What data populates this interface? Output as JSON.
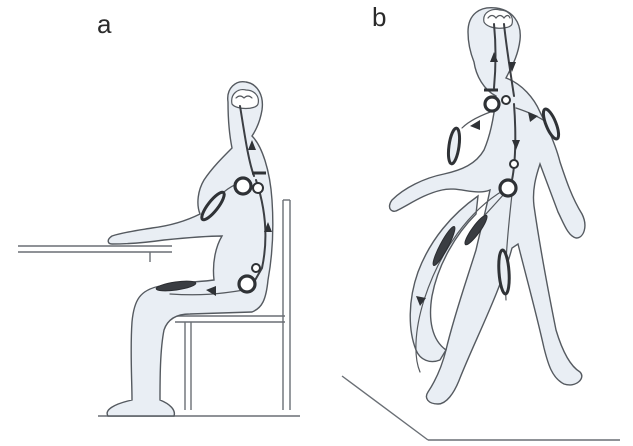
{
  "panels": [
    {
      "id": "a",
      "label": "a"
    },
    {
      "id": "b",
      "label": "b"
    }
  ],
  "colors": {
    "background": "#ffffff",
    "body_fill": "#e9eef4",
    "outline": "#555a60",
    "ink": "#2f3236"
  }
}
